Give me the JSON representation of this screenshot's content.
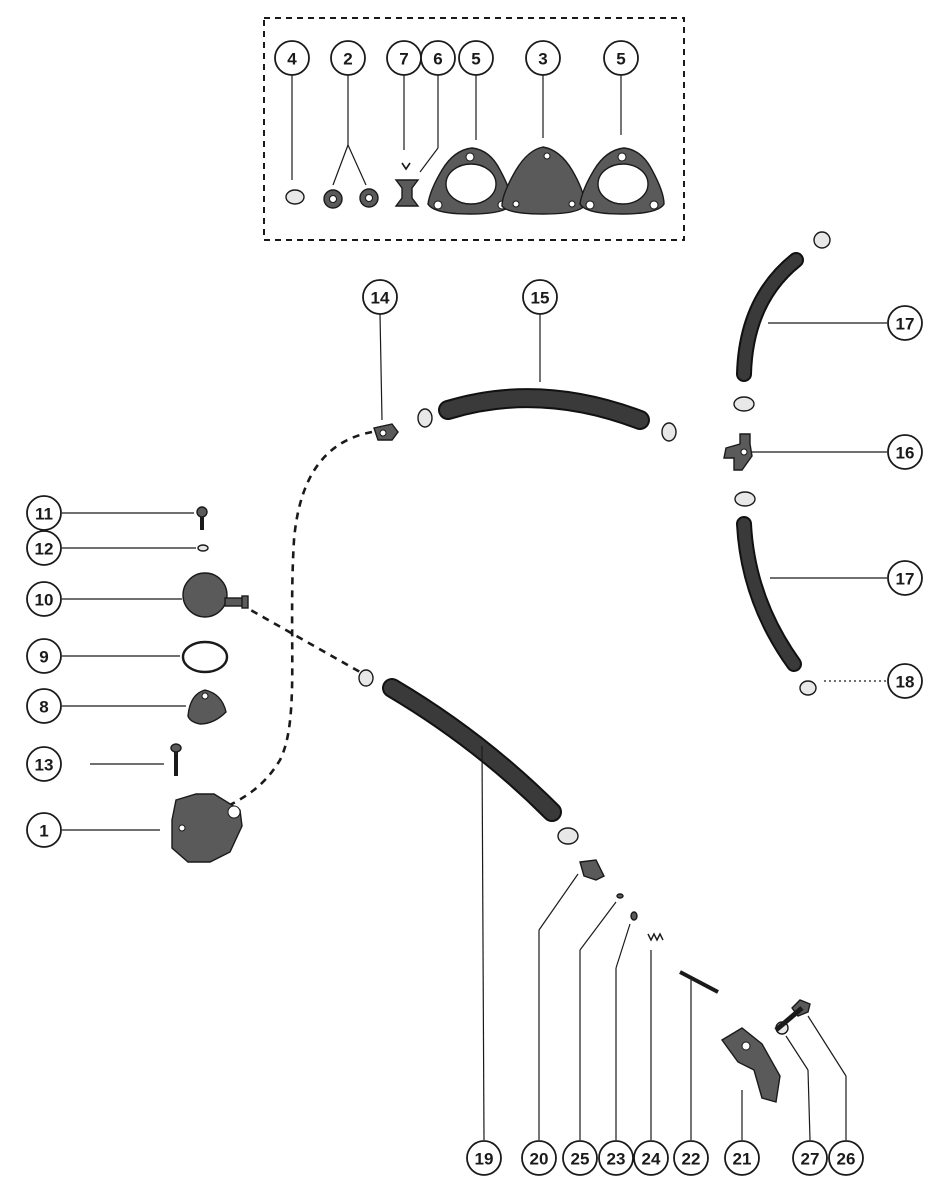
{
  "diagram": {
    "callouts": [
      {
        "id": "c4",
        "label": "4"
      },
      {
        "id": "c2",
        "label": "2"
      },
      {
        "id": "c7",
        "label": "7"
      },
      {
        "id": "c6",
        "label": "6"
      },
      {
        "id": "c5a",
        "label": "5"
      },
      {
        "id": "c3",
        "label": "3"
      },
      {
        "id": "c5b",
        "label": "5"
      },
      {
        "id": "c14",
        "label": "14"
      },
      {
        "id": "c15",
        "label": "15"
      },
      {
        "id": "c17a",
        "label": "17"
      },
      {
        "id": "c16",
        "label": "16"
      },
      {
        "id": "c17b",
        "label": "17"
      },
      {
        "id": "c18",
        "label": "18"
      },
      {
        "id": "c11",
        "label": "11"
      },
      {
        "id": "c12",
        "label": "12"
      },
      {
        "id": "c10",
        "label": "10"
      },
      {
        "id": "c9",
        "label": "9"
      },
      {
        "id": "c8",
        "label": "8"
      },
      {
        "id": "c13",
        "label": "13"
      },
      {
        "id": "c1",
        "label": "1"
      },
      {
        "id": "c19",
        "label": "19"
      },
      {
        "id": "c20",
        "label": "20"
      },
      {
        "id": "c25",
        "label": "25"
      },
      {
        "id": "c23",
        "label": "23"
      },
      {
        "id": "c24",
        "label": "24"
      },
      {
        "id": "c22",
        "label": "22"
      },
      {
        "id": "c21",
        "label": "21"
      },
      {
        "id": "c27",
        "label": "27"
      },
      {
        "id": "c26",
        "label": "26"
      }
    ],
    "colors": {
      "ink": "#1a1a1a",
      "part_fill": "#5a5a5a",
      "background": "#ffffff"
    }
  }
}
